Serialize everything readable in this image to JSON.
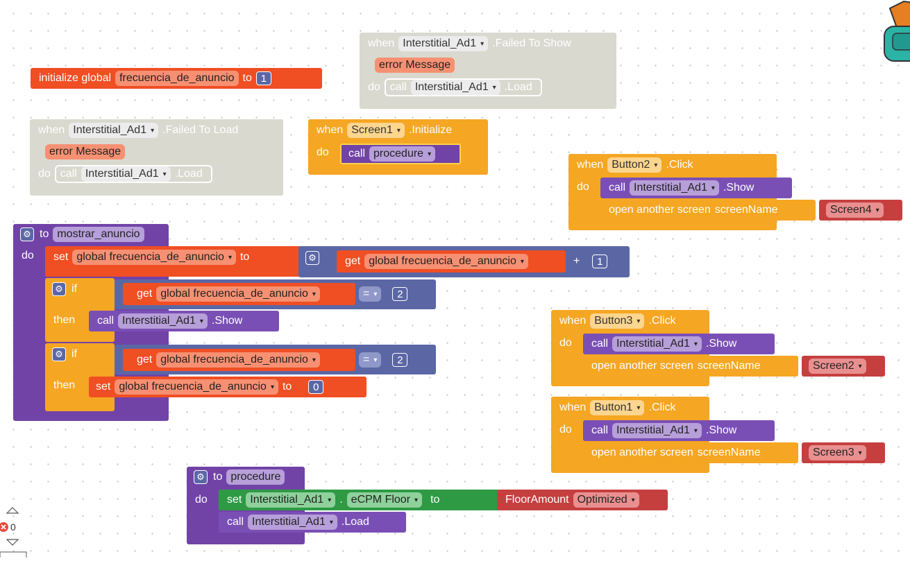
{
  "init_global": {
    "prefix": "initialize global",
    "var": "frecuencia_de_anuncio",
    "to": "to",
    "value": "1"
  },
  "failed_show": {
    "when": "when",
    "component": "Interstitial_Ad1",
    "event": ".Failed To Show",
    "param": "error Message",
    "do": "do",
    "call": "call",
    "target": "Interstitial_Ad1",
    "method": ".Load"
  },
  "failed_load": {
    "when": "when",
    "component": "Interstitial_Ad1",
    "event": ".Failed To Load",
    "param": "error Message",
    "do": "do",
    "call": "call",
    "target": "Interstitial_Ad1",
    "method": ".Load"
  },
  "screen_init": {
    "when": "when",
    "component": "Screen1",
    "event": ".Initialize",
    "do": "do",
    "call": "call",
    "proc": "procedure"
  },
  "button2": {
    "when": "when",
    "component": "Button2",
    "event": ".Click",
    "do": "do",
    "call": "call",
    "target": "Interstitial_Ad1",
    "method": ".Show",
    "open": "open another screen",
    "screenName": "screenName",
    "screen": "Screen4"
  },
  "button3": {
    "when": "when",
    "component": "Button3",
    "event": ".Click",
    "do": "do",
    "call": "call",
    "target": "Interstitial_Ad1",
    "method": ".Show",
    "open": "open another screen",
    "screenName": "screenName",
    "screen": "Screen2"
  },
  "button1": {
    "when": "when",
    "component": "Button1",
    "event": ".Click",
    "do": "do",
    "call": "call",
    "target": "Interstitial_Ad1",
    "method": ".Show",
    "open": "open another screen",
    "screenName": "screenName",
    "screen": "Screen3"
  },
  "mostrar": {
    "to": "to",
    "name": "mostrar_anuncio",
    "do": "do",
    "set": "set",
    "set_var": "global frecuencia_de_anuncio",
    "set_to": "to",
    "get": "get",
    "get_var": "global frecuencia_de_anuncio",
    "plus": "+",
    "inc": "1",
    "if1": "if",
    "eq1": "=",
    "cmp1": "2",
    "then1": "then",
    "call": "call",
    "target": "Interstitial_Ad1",
    "method": ".Show",
    "if2": "if",
    "eq2": "=",
    "cmp2": "2",
    "then2": "then",
    "reset": "0"
  },
  "procedure": {
    "to": "to",
    "name": "procedure",
    "do": "do",
    "set": "set",
    "component": "Interstitial_Ad1",
    "dot": ".",
    "prop": "eCPM Floor",
    "to2": "to",
    "floor": "FloorAmount",
    "floor_val": "Optimized",
    "call": "call",
    "target": "Interstitial_Ad1",
    "method": ".Load"
  },
  "warnings": {
    "count": "0"
  }
}
